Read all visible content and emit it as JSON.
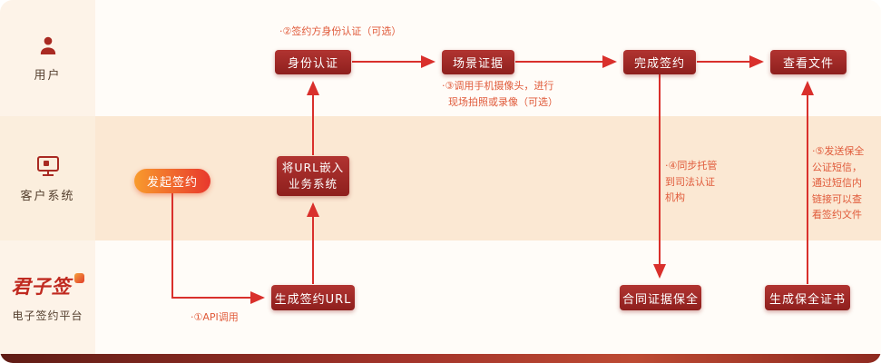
{
  "sidebar": {
    "lane_user_label": "用户",
    "lane_client_label": "客户系统",
    "logo": "君子签",
    "lane_platform_label": "电子签约平台"
  },
  "nodes": {
    "initiate": "发起签约",
    "generate_url": "生成签约URL",
    "embed": "将URL嵌入\n业务系统",
    "identity": "身份认证",
    "scene": "场景证据",
    "complete": "完成签约",
    "view": "查看文件",
    "preserve": "合同证据保全",
    "certificate": "生成保全证书"
  },
  "annotations": {
    "api_call": "·①API调用",
    "identity_note": "·②签约方身份认证（可选）",
    "camera_note": "·③调用手机摄像头，进行\n  现场拍照或录像（可选）",
    "sync_note": "·④同步托管\n到司法认证\n机构",
    "sms_note": "·⑤发送保全\n公证短信，\n通过短信内\n链接可以查\n看签约文件"
  },
  "colors": {
    "arrow": "#d9302c",
    "node_background": "#9e2420",
    "annotation_text": "#e05a3a",
    "pill_gradient_start": "#f89b2d",
    "pill_gradient_end": "#e8382d",
    "lane_middle_background": "#fbe8d3",
    "bottom_bar": "#a2332a"
  }
}
